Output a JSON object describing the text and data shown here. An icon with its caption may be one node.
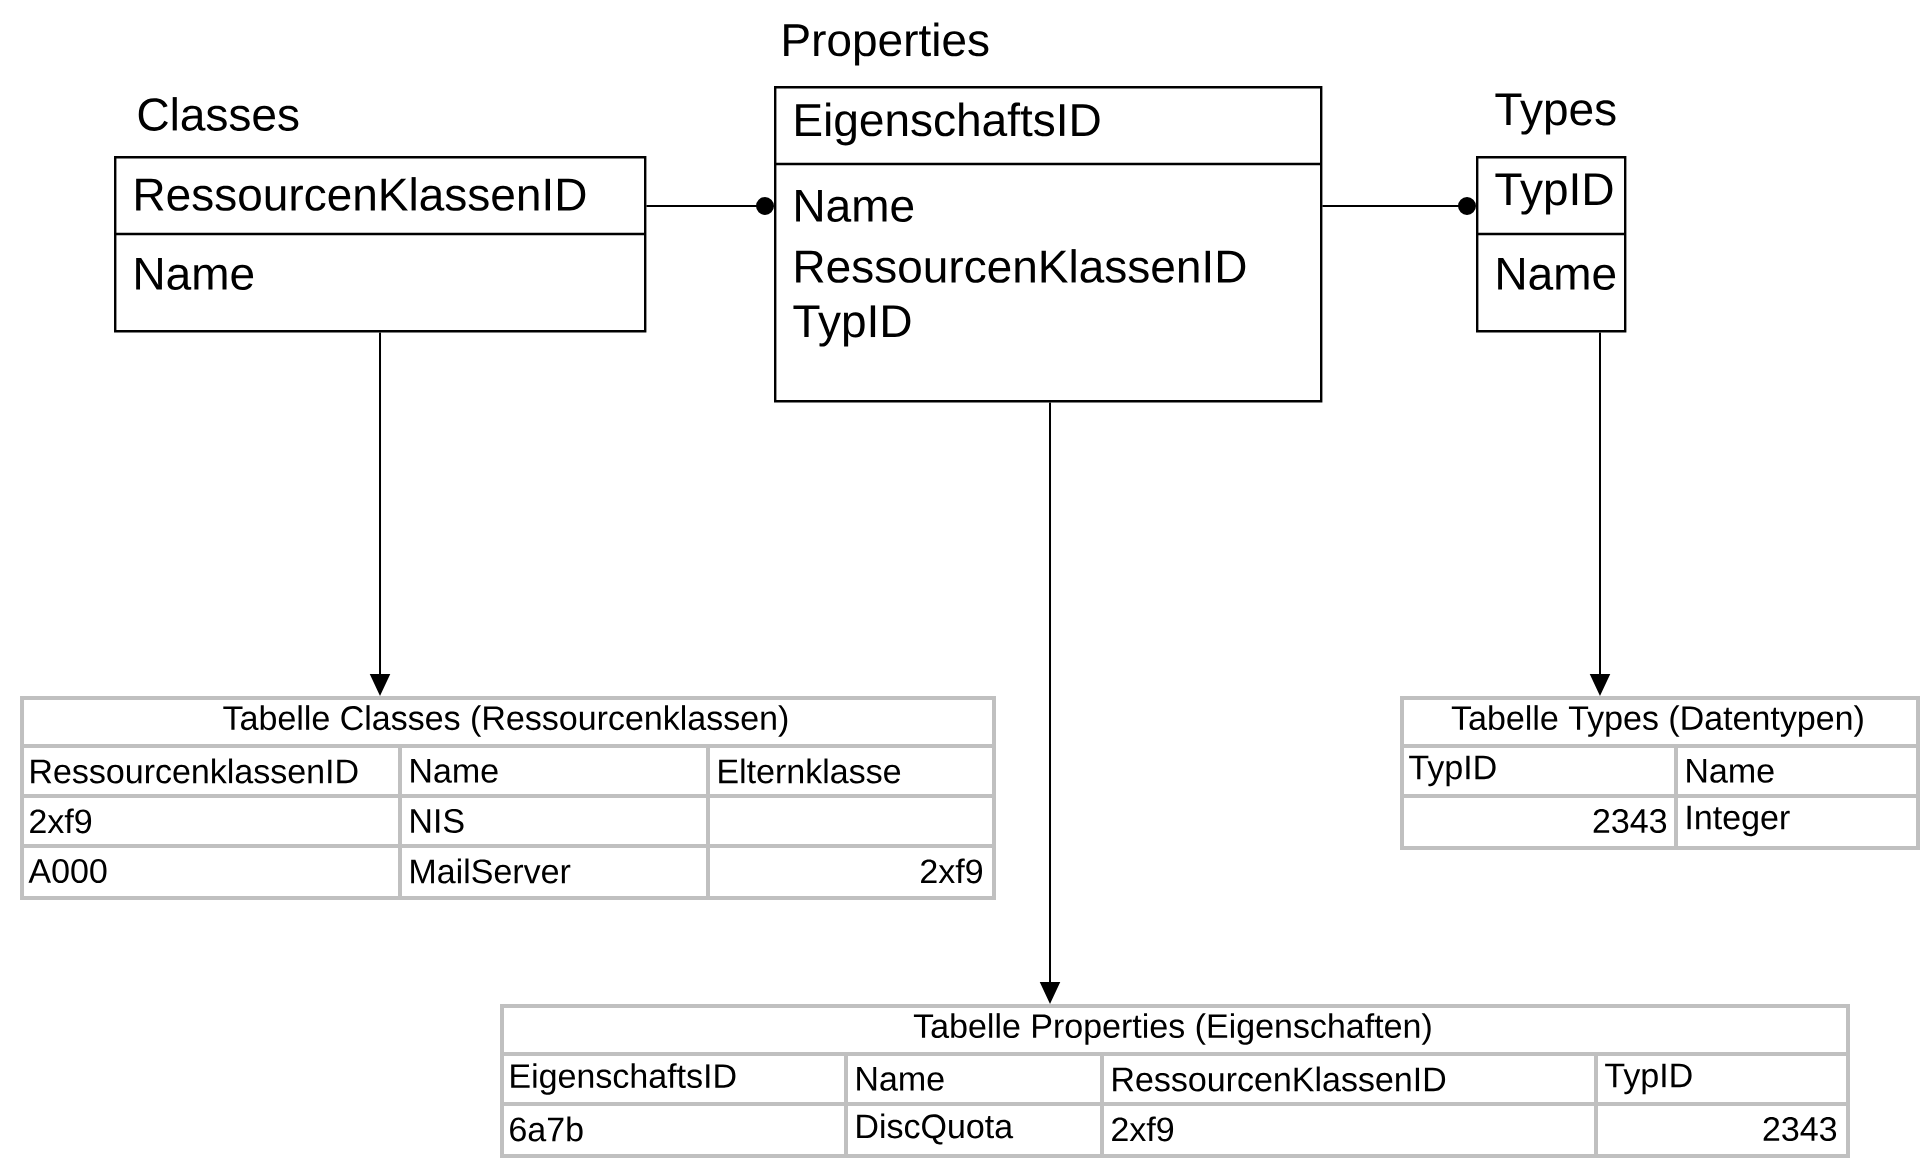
{
  "diagram": {
    "nodes": [
      {
        "text": [
          "Classes",
          "RessourcenKlassenID",
          "Name"
        ]
      },
      {
        "text": [
          "Properties",
          "EigenschaftsID",
          "Name",
          "RessourcenKlassenID",
          "TypID"
        ]
      },
      {
        "text": [
          "Types",
          "TypID",
          "Name"
        ]
      },
      {
        "text": [
          "Tabelle Classes (Ressourcenklassen)",
          "RessourcenklassenID",
          "Name",
          "Elternklasse",
          "2xf9",
          "NIS",
          "A000",
          "MailServer",
          "2xf9"
        ]
      },
      {
        "text": [
          "Tabelle Types (Datentypen)",
          "TypID",
          "Name",
          "2343",
          "Integer"
        ]
      },
      {
        "text": [
          "Tabelle Properties (Eigenschaften)",
          "EigenschaftsID",
          "Name",
          "RessourcenKlassenID",
          "TypID",
          "6a7b",
          "DiscQuota",
          "2xf9",
          "2343"
        ]
      }
    ],
    "edges": [
      {
        "from": 0,
        "to": 1,
        "arrow": "other"
      },
      {
        "from": 1,
        "to": 2,
        "arrow": "other"
      },
      {
        "from": 0,
        "to": 3,
        "arrow": "to"
      },
      {
        "from": 1,
        "to": 5,
        "arrow": "to"
      },
      {
        "from": 2,
        "to": 4,
        "arrow": "to"
      }
    ]
  }
}
